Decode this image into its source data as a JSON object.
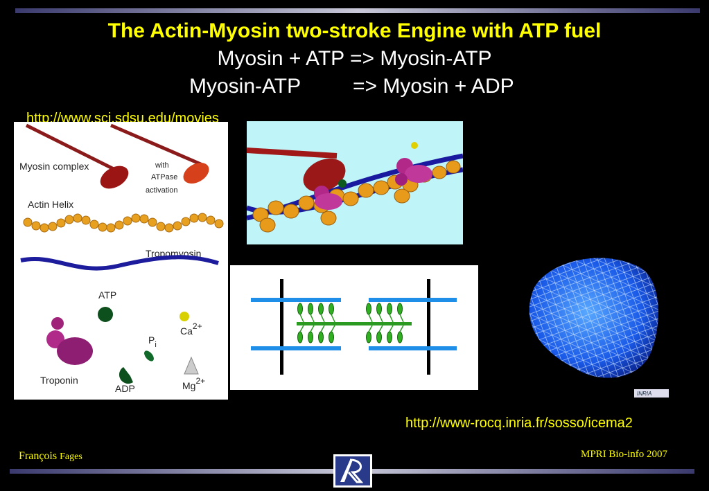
{
  "slide": {
    "title": "The Actin-Myosin two-stroke Engine with ATP fuel",
    "equation1": "Myosin + ATP => Myosin-ATP",
    "equation2_left": "Myosin-ATP",
    "equation2_right": "=> Myosin + ADP",
    "link_left": "http://www.sci.sdsu.edu/movies",
    "link_right": "http://www-rocq.inria.fr/sosso/icema2",
    "footer_author_first": "François",
    "footer_author_last": "Fages",
    "footer_course": "MPRI Bio-info  2007"
  },
  "diagram_labels": {
    "myosin_complex": "Myosin complex",
    "with": "with",
    "atpase": "ATPase",
    "activation": "activation",
    "actin_helix": "Actin Helix",
    "tropomyosin": "Tropomyosin",
    "atp": "ATP",
    "pi": "P",
    "pi_sub": "i",
    "ca": "Ca",
    "ca_sup": "2+",
    "troponin": "Troponin",
    "adp": "ADP",
    "mg": "Mg",
    "mg_sup": "2+"
  },
  "inria_badge": "INRIA",
  "colors": {
    "title": "#ffff00",
    "text": "#ffffff",
    "background": "#000000"
  }
}
